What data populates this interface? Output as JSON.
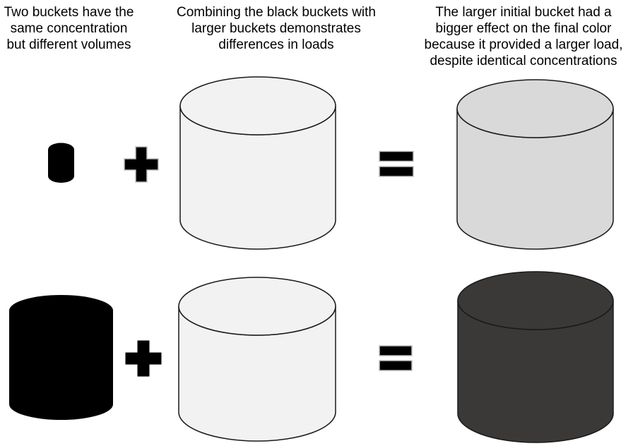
{
  "headings": {
    "left": {
      "lines": [
        "Two buckets have the",
        "same concentration",
        "but different volumes"
      ]
    },
    "middle": {
      "lines": [
        "Combining the black buckets with",
        "larger buckets demonstrates",
        "differences in loads"
      ]
    },
    "right": {
      "lines": [
        "The larger initial bucket had a",
        "bigger effect on the final color",
        "because it provided a larger load,",
        "despite identical concentrations"
      ]
    }
  },
  "icons": {
    "plus": "+",
    "equals": "="
  },
  "colors": {
    "background": "#FFFFFF",
    "text": "#000000",
    "bucket_outline": "#1A1A1A",
    "bucket_light_gray": "#F2F2F2",
    "bucket_medium_gray": "#D9D9D9",
    "bucket_dark_gray": "#3B3838",
    "bucket_black": "#000000",
    "operator_fill": "#000000",
    "operator_outline": "#BFBFBF"
  },
  "rows": [
    {
      "equation": "small black bucket + large light bucket = large light-medium gray bucket",
      "left_bucket": "small-black",
      "middle_bucket": "large-light-gray",
      "result_bucket": "large-medium-gray"
    },
    {
      "equation": "large black bucket + large light bucket = large dark gray bucket",
      "left_bucket": "large-black",
      "middle_bucket": "large-light-gray",
      "result_bucket": "large-dark-gray"
    }
  ]
}
